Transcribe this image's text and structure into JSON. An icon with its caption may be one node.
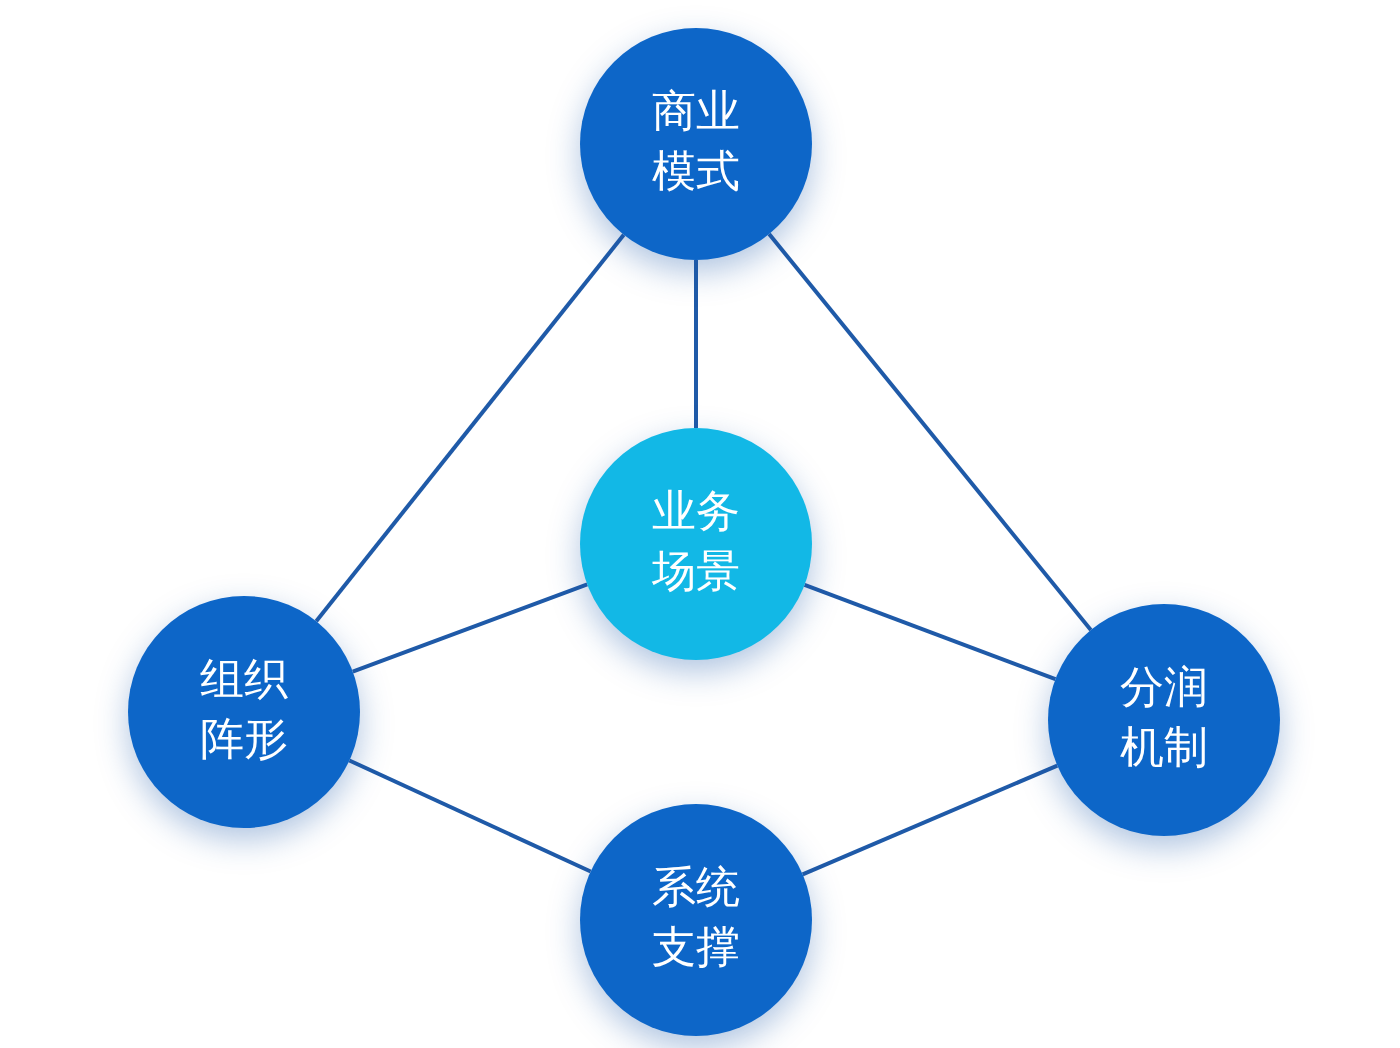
{
  "diagram": {
    "nodes": [
      {
        "text": [
          "商业模式"
        ]
      },
      {
        "text": [
          "业务场景"
        ]
      },
      {
        "text": [
          "组织阵形"
        ]
      },
      {
        "text": [
          "分润机制"
        ]
      },
      {
        "text": [
          "系统支撑"
        ]
      }
    ],
    "edges": [
      {
        "from": 0,
        "to": 1,
        "arrow": "none"
      },
      {
        "from": 0,
        "to": 2,
        "arrow": "none"
      },
      {
        "from": 0,
        "to": 3,
        "arrow": "none"
      },
      {
        "from": 1,
        "to": 2,
        "arrow": "none"
      },
      {
        "from": 1,
        "to": 3,
        "arrow": "none"
      },
      {
        "from": 2,
        "to": 4,
        "arrow": "none"
      },
      {
        "from": 4,
        "to": 3,
        "arrow": "none"
      }
    ]
  }
}
